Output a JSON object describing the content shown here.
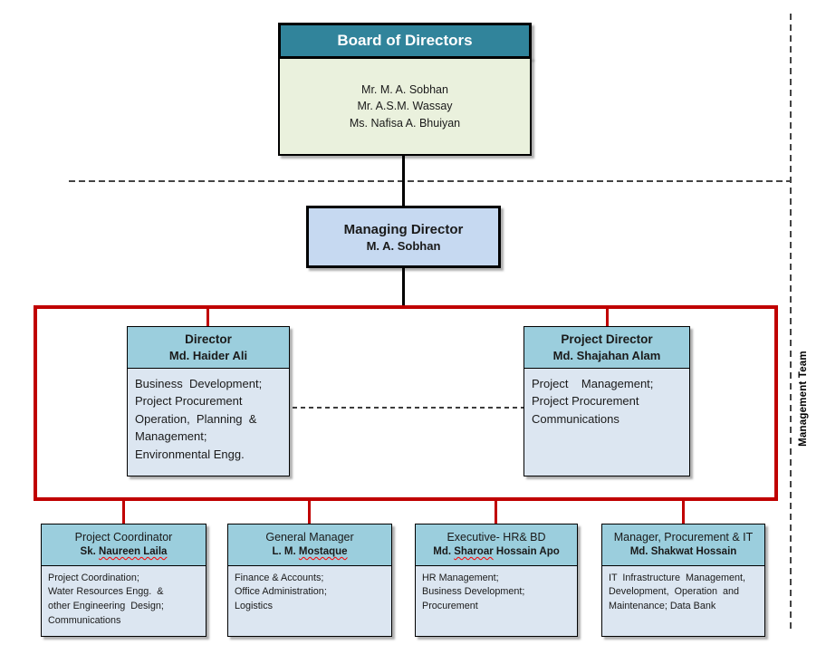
{
  "colors": {
    "teal_header": "#31849B",
    "light_teal_header": "#9BCEDD",
    "light_blue_body": "#DCE6F1",
    "md_box_fill": "#C6D9F1",
    "board_body_fill": "#EAF1DD",
    "red_accent": "#C00000"
  },
  "board": {
    "title": "Board of Directors",
    "members": [
      "Mr. M. A. Sobhan",
      "Mr. A.S.M. Wassay",
      "Ms. Nafisa A. Bhuiyan"
    ]
  },
  "managing_director": {
    "title": "Managing Director",
    "name": "M. A. Sobhan"
  },
  "management_team_label": "Management Team",
  "directors": [
    {
      "title": "Director",
      "name": "Md. Haider Ali",
      "duties": [
        "Business  Development;",
        "Project Procurement",
        "Operation,  Planning  &",
        "Management;",
        "Environmental Engg."
      ]
    },
    {
      "title": "Project Director",
      "name": "Md. Shajahan Alam",
      "duties": [
        "Project    Management;",
        "Project Procurement",
        "Communications"
      ]
    }
  ],
  "managers": [
    {
      "title": "Project Coordinator",
      "name_pre": "Sk. ",
      "name_wavy": "Naureen Laila",
      "name_post": "",
      "duties": [
        "Project Coordination;",
        "Water Resources Engg.  &",
        "other Engineering  Design;",
        "Communications"
      ]
    },
    {
      "title": "General Manager",
      "name_pre": "L. M. ",
      "name_wavy": "Mostaque",
      "name_post": "",
      "duties": [
        "Finance & Accounts;",
        "Office Administration;",
        "Logistics"
      ]
    },
    {
      "title": "Executive- HR& BD",
      "name_pre": "Md. ",
      "name_wavy": "Sharoar",
      "name_post": " Hossain Apo",
      "duties": [
        "HR Management;",
        "Business Development;",
        "Procurement"
      ]
    },
    {
      "title": "Manager, Procurement & IT",
      "name_pre": "Md. Shakwat Hossain",
      "name_wavy": "",
      "name_post": "",
      "duties": [
        "IT  Infrastructure  Management,",
        "Development,  Operation  and",
        "Maintenance; Data Bank"
      ]
    }
  ]
}
